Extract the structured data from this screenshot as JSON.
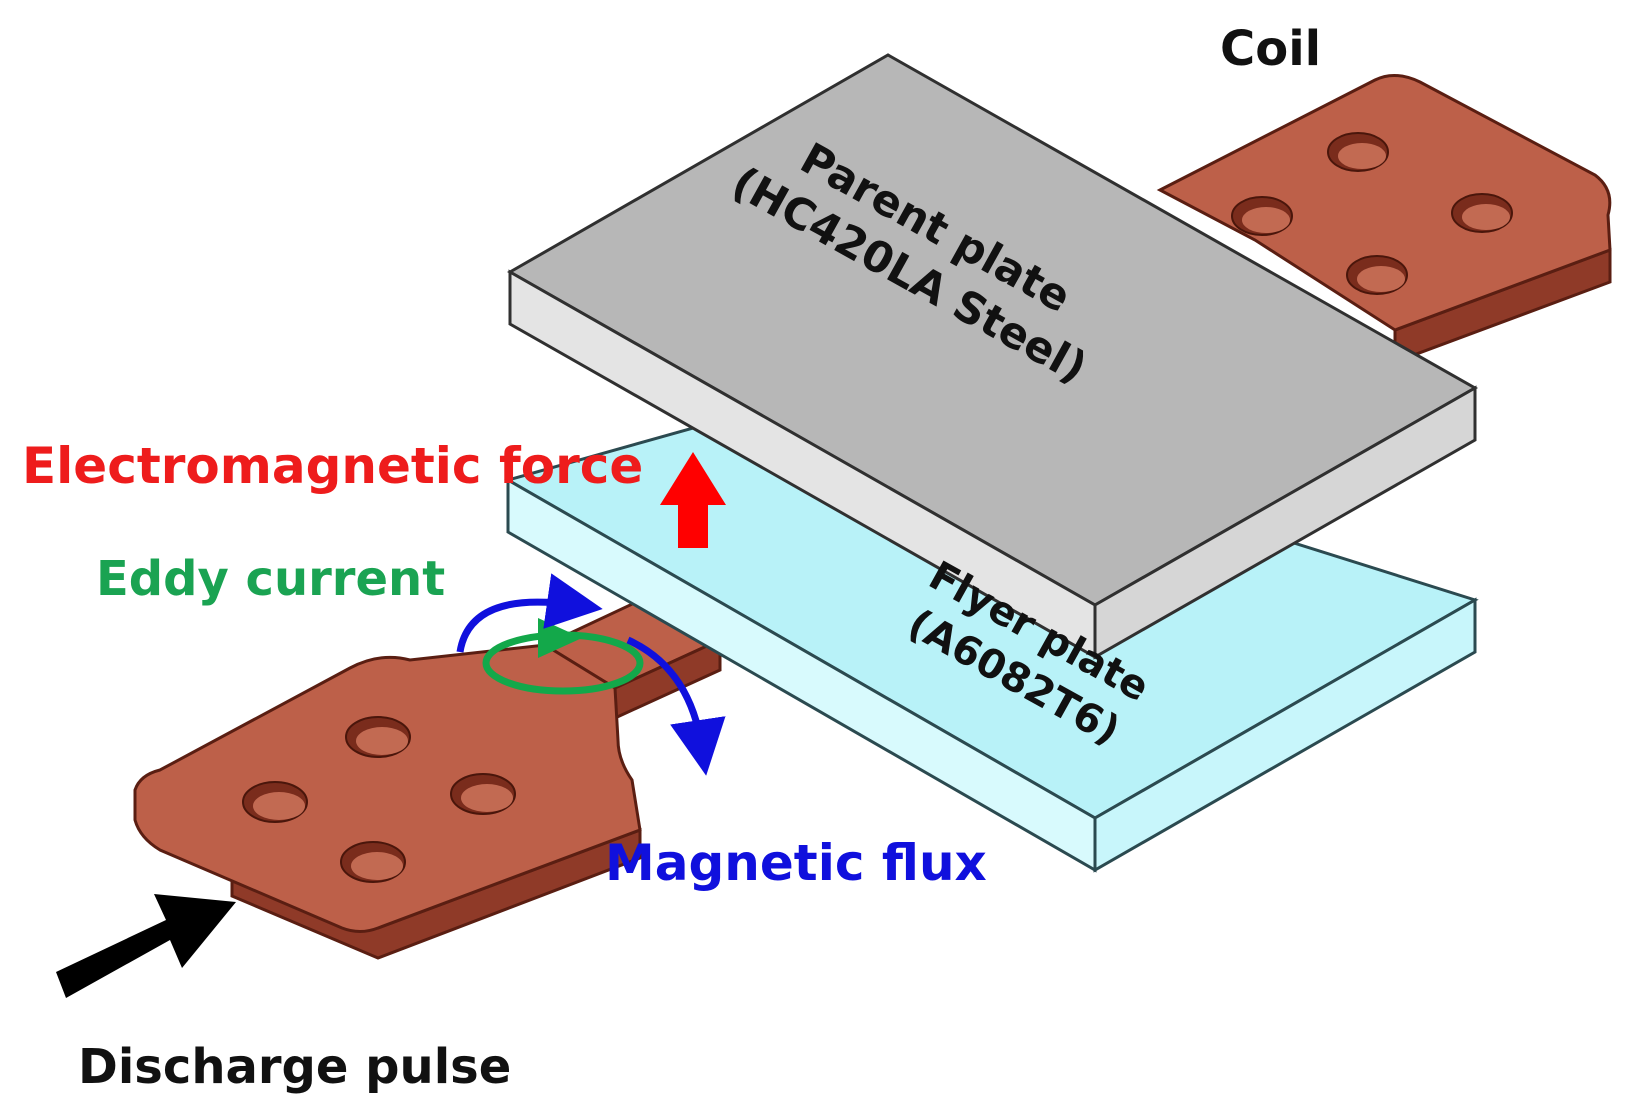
{
  "labels": {
    "coil": "Coil",
    "parent_plate_line1": "Parent plate",
    "parent_plate_line2": "(HC420LA Steel)",
    "flyer_plate_line1": "Flyer plate",
    "flyer_plate_line2": "(A6082T6)",
    "electromagnetic_force": "Electromagnetic force",
    "eddy_current": "Eddy current",
    "magnetic_flux": "Magnetic flux",
    "discharge_pulse": "Discharge pulse"
  },
  "colors": {
    "copper_top": "#bd6049",
    "copper_side": "#8f3a28",
    "copper_edge": "#5a1e12",
    "hole_shadow": "#7a2c1c",
    "steel_top": "#b7b7b7",
    "steel_side": "#e4e4e4",
    "aluminium_top": "#b8f2f8",
    "aluminium_side": "#d8fafd",
    "force_label": "#ee1c1c",
    "force_arrow": "#ff0000",
    "eddy_label": "#1aa352",
    "eddy_loop": "#13a84a",
    "flux": "#1010dd",
    "text": "#111111",
    "pulse_arrow": "#000000"
  },
  "icons": {
    "force": "up-arrow-icon",
    "pulse": "diagonal-arrow-icon",
    "eddy": "loop-arrow-icon",
    "flux": "curved-arrow-icon"
  }
}
